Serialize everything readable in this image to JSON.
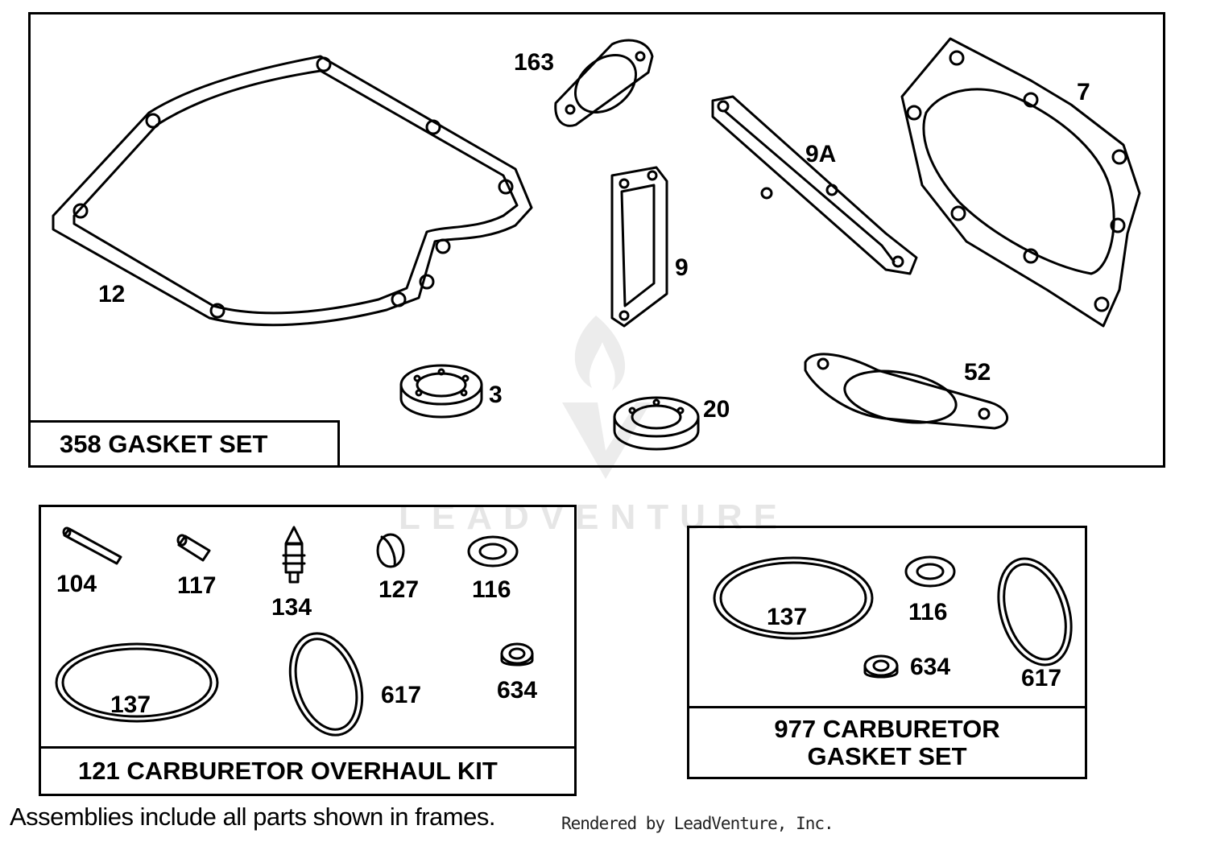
{
  "watermark": "LEADVENTURE",
  "frames": {
    "gasket_set": {
      "title": "358 GASKET SET",
      "parts": [
        "12",
        "163",
        "9",
        "9A",
        "7",
        "3",
        "20",
        "52"
      ]
    },
    "overhaul_kit": {
      "title": "121 CARBURETOR OVERHAUL KIT",
      "parts": [
        "104",
        "117",
        "134",
        "127",
        "116",
        "137",
        "617",
        "634"
      ]
    },
    "carb_gasket_set": {
      "title_line1": "977 CARBURETOR",
      "title_line2": "GASKET SET",
      "parts": [
        "137",
        "116",
        "617",
        "634"
      ]
    }
  },
  "footnote": "Assemblies include all parts shown in frames.",
  "rendered_by": "Rendered by LeadVenture, Inc."
}
